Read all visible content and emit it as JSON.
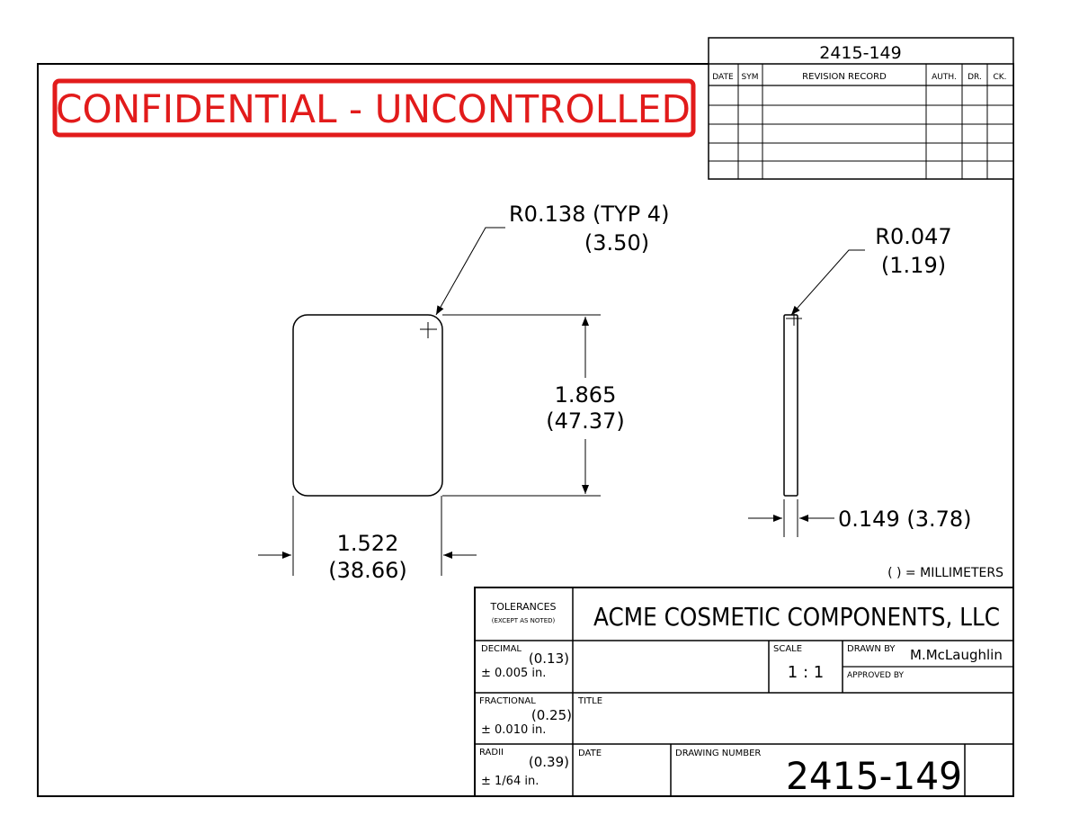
{
  "drawing_number_top": "2415-149",
  "revision_block": {
    "headers": [
      "DATE",
      "SYM",
      "REVISION RECORD",
      "AUTH.",
      "DR.",
      "CK."
    ],
    "rows": 5
  },
  "stamp": {
    "text": "CONFIDENTIAL - UNCONTROLLED",
    "color": "#e21b1b"
  },
  "dimensions": {
    "corner_radius": "R0.138 (TYP 4)",
    "corner_radius_mm": "(3.50)",
    "edge_radius": "R0.047",
    "edge_radius_mm": "(1.19)",
    "height": "1.865",
    "height_mm": "(47.37)",
    "width": "1.522",
    "width_mm": "(38.66)",
    "thickness": "0.149 (3.78)"
  },
  "units_note": "( ) = MILLIMETERS",
  "title_block": {
    "tolerances_label": "TOLERANCES",
    "tolerances_note": "(EXCEPT AS NOTED)",
    "company": "ACME COSMETIC COMPONENTS, LLC",
    "decimal_label": "DECIMAL",
    "decimal_mm": "(0.13)",
    "decimal_tol": "± 0.005 in.",
    "fractional_label": "FRACTIONAL",
    "fractional_mm": "(0.25)",
    "fractional_tol": "± 0.010 in.",
    "radii_label": "RADII",
    "radii_mm": "(0.39)",
    "radii_tol": "± 1/64 in.",
    "scale_label": "SCALE",
    "scale_value": "1 : 1",
    "drawn_by_label": "DRAWN BY",
    "drawn_by_value": "M.McLaughlin",
    "approved_by_label": "APPROVED BY",
    "title_label": "TITLE",
    "date_label": "DATE",
    "drawing_number_label": "DRAWING NUMBER",
    "drawing_number": "2415-149"
  }
}
